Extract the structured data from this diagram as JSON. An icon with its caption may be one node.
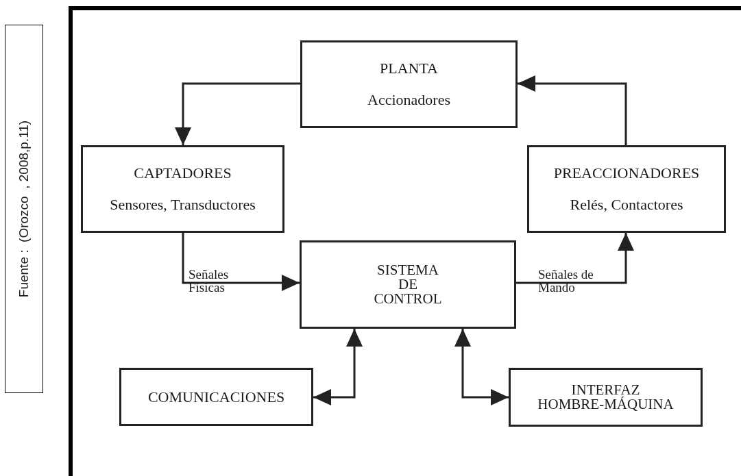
{
  "diagram": {
    "nodes": [
      {
        "text": [
          "Fuente :  (Orozco  , 2008,p.11)"
        ]
      },
      {
        "text": [
          "PLANTA",
          "Accionadores"
        ]
      },
      {
        "text": [
          "CAPTADORES",
          "Sensores, Transductores"
        ]
      },
      {
        "text": [
          "PREACCIONADORES",
          "Relés, Contactores"
        ]
      },
      {
        "text": [
          "SISTEMA DE CONTROL"
        ]
      },
      {
        "text": [
          "COMUNICACIONES"
        ]
      },
      {
        "text": [
          "INTERFAZ HOMBRE-MÁQUINA"
        ]
      }
    ],
    "edges": [
      {
        "from": 1,
        "to": 2,
        "arrow": "to"
      },
      {
        "from": 2,
        "to": 4,
        "arrow": "to",
        "label": "Señales Físicas"
      },
      {
        "from": 4,
        "to": 3,
        "arrow": "to",
        "label": "Señales de Mando"
      },
      {
        "from": 3,
        "to": 1,
        "arrow": "to"
      },
      {
        "from": 4,
        "to": 5,
        "arrow": "both"
      },
      {
        "from": 4,
        "to": 6,
        "arrow": "both"
      }
    ]
  }
}
